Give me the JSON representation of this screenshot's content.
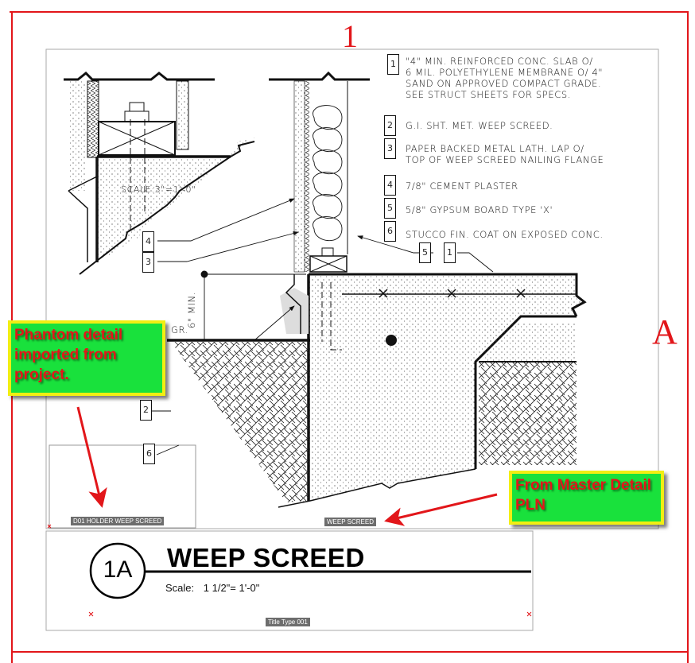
{
  "sheet": {
    "grid_marker_top": "1",
    "grid_marker_right": "A"
  },
  "notes": [
    {
      "key": "1",
      "text": [
        "\"4\" MIN. REINFORCED CONC. SLAB O/",
        "6 MIL. POLYETHYLENE MEMBRANE O/ 4\"",
        "SAND ON APPROVED COMPACT GRADE.",
        "SEE STRUCT SHEETS FOR SPECS."
      ]
    },
    {
      "key": "2",
      "text": [
        "G.I. SHT. MET. WEEP SCREED."
      ]
    },
    {
      "key": "3",
      "text": [
        "PAPER BACKED METAL LATH. LAP O/",
        "TOP OF WEEP SCREED NAILING FLANGE"
      ]
    },
    {
      "key": "4",
      "text": [
        "7/8\" CEMENT PLASTER"
      ]
    },
    {
      "key": "5",
      "text": [
        "5/8\" GYPSUM BOARD TYPE 'X'"
      ]
    },
    {
      "key": "6",
      "text": [
        "STUCCO FIN. COAT ON EXPOSED CONC."
      ]
    }
  ],
  "drawing": {
    "inner_scale_label": "SCALE:3\"=1'-0\"",
    "grade_label": "GR.",
    "min_dim_label": "6\" MIN.",
    "tag_4": "4",
    "tag_3": "3",
    "tag_5": "5",
    "tag_1": "1",
    "tag_2": "2",
    "tag_6": "6"
  },
  "labels": {
    "phantom_holder": "D01 HOLDER WEEP SCREED",
    "master_detail": "WEEP SCREED",
    "title_type": "Title Type 001"
  },
  "callouts": {
    "phantom": "Phantom detail imported from project.",
    "master": "From Master Detail PLN"
  },
  "title_block": {
    "detail_number": "1A",
    "title": "WEEP SCREED",
    "scale_label": "Scale:",
    "scale_value": "1 1/2\"=  1'-0\""
  },
  "colors": {
    "markup_red": "#e2161a",
    "callout_green": "#19e13c",
    "callout_border": "#f2ee12"
  }
}
